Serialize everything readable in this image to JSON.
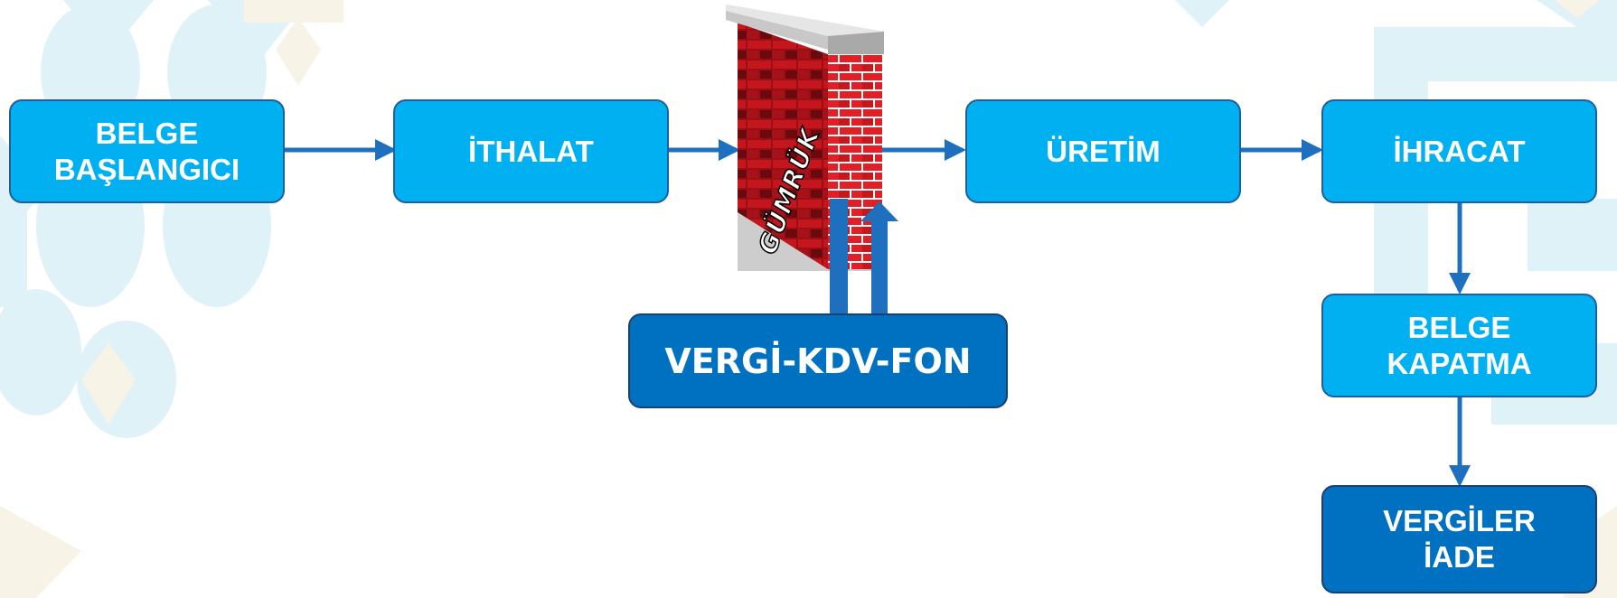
{
  "nodes": {
    "belge_baslangici": "BELGE\nBAŞLANGICI",
    "ithalat": "İTHALAT",
    "uretim": "ÜRETİM",
    "ihracat": "İHRACAT",
    "belge_kapatma": "BELGE\nKAPATMA",
    "vergiler_iade": "VERGİLER\nİADE",
    "vergi_kdv_fon": "VERGİ-KDV-FON"
  },
  "wall": {
    "label": "GÜMRÜK"
  },
  "colors": {
    "light_box": "#00b0f0",
    "dark_box": "#0070c0",
    "arrow": "#1f6fbf",
    "brick": "#c0141c",
    "background_pattern": "#d8f1f7"
  },
  "icons": [
    "brick-wall-icon"
  ]
}
